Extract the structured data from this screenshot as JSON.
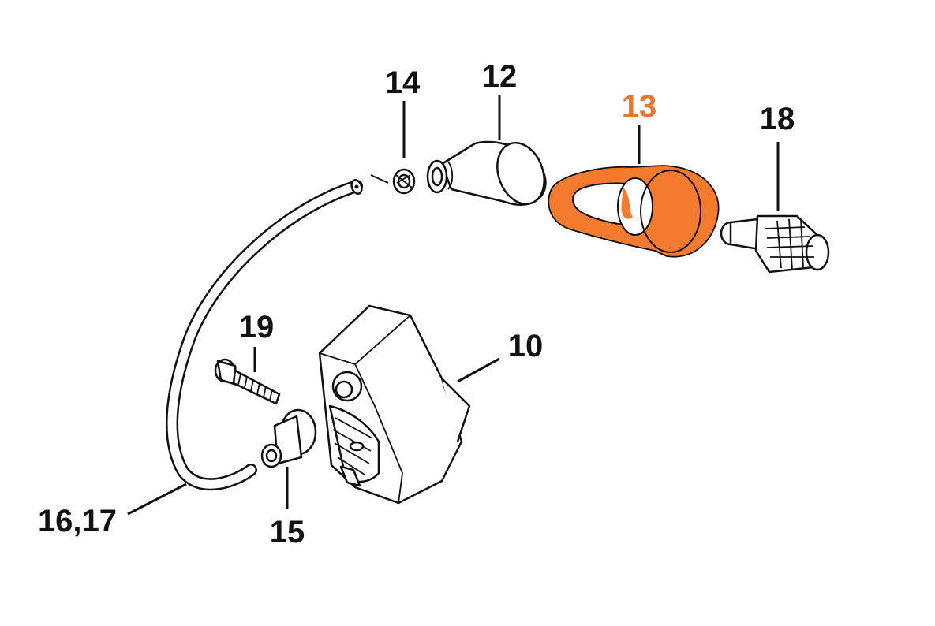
{
  "labels": {
    "p10": "10",
    "p12": "12",
    "p13": "13",
    "p14": "14",
    "p15": "15",
    "p16_17": "16,17",
    "p18": "18",
    "p19": "19"
  },
  "colors": {
    "highlight": "#f47a2e",
    "highlight_label": "#e8772e",
    "line": "#111111",
    "background": "#ffffff"
  },
  "highlighted_part": "13"
}
